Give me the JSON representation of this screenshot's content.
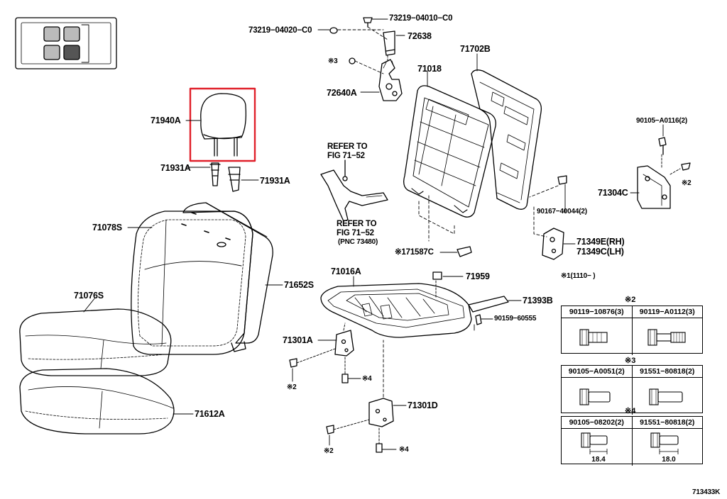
{
  "diagram_id": "713433K",
  "labels": {
    "p73219_04010": "73219−04010−C0",
    "p73219_04020": "73219−04020−C0",
    "p72638": "72638",
    "p71702B": "71702B",
    "p71018": "71018",
    "mark3_bolt": "※3",
    "p72640A": "72640A",
    "p71940A": "71940A",
    "p71931A_left": "71931A",
    "p71931A_right": "71931A",
    "refer1_line1": "REFER TO",
    "refer1_line2": "FIG 71−52",
    "refer2_line1": "REFER TO",
    "refer2_line2": "FIG 71−52",
    "refer2_line3": "(PNC 73480)",
    "p90105_A0116": "90105−A0116(2)",
    "mark2_right": "※2",
    "p71304C": "71304C",
    "p90167_40044": "90167−40044(2)",
    "p71349E": "71349E(RH)",
    "p71349C": "71349C(LH)",
    "p71587C": "※171587C",
    "mark1_note": "※1(1110−     )",
    "p71078S": "71078S",
    "p71652S": "71652S",
    "p71076S": "71076S",
    "p71612A": "71612A",
    "p71016A": "71016A",
    "p71959": "71959",
    "p71393B": "71393B",
    "p90159_60555": "90159−60555",
    "p71301A": "71301A",
    "p71301D": "71301D",
    "mark2_a": "※2",
    "mark4_a": "※4",
    "mark2_b": "※2",
    "mark4_b": "※4"
  },
  "tables": [
    {
      "title": "※2",
      "cols": [
        "90119−10876(3)",
        "90119−A0112(3)"
      ],
      "dims": []
    },
    {
      "title": "※3",
      "cols": [
        "90105−A0051(2)",
        "91551−80818(2)"
      ],
      "dims": []
    },
    {
      "title": "※4",
      "cols": [
        "90105−08202(2)",
        "91551−80818(2)"
      ],
      "dims": [
        "18.4",
        "18.0"
      ]
    }
  ],
  "colors": {
    "highlight": "#e0202a",
    "line": "#000000"
  }
}
